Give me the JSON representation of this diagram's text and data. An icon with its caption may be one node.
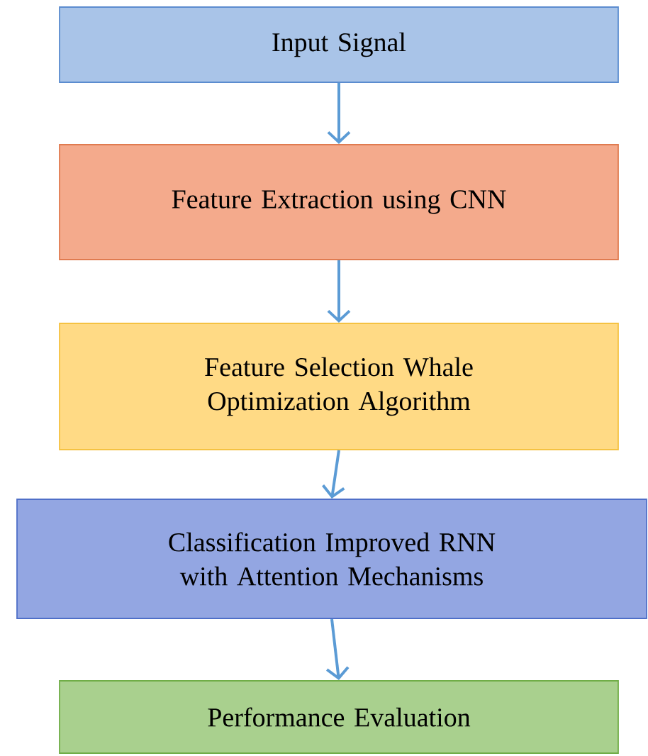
{
  "diagram": {
    "nodes": [
      {
        "text": [
          "Input Signal"
        ]
      },
      {
        "text": [
          "Feature Extraction using CNN"
        ]
      },
      {
        "text": [
          "Feature Selection Whale Optimization Algorithm"
        ]
      },
      {
        "text": [
          "Classification Improved RNN with Attention Mechanisms"
        ]
      },
      {
        "text": [
          "Performance Evaluation"
        ]
      }
    ],
    "edges": [
      {
        "from": 0,
        "to": 1,
        "arrow": "to"
      },
      {
        "from": 1,
        "to": 2,
        "arrow": "to"
      },
      {
        "from": 2,
        "to": 3,
        "arrow": "to"
      },
      {
        "from": 3,
        "to": 4,
        "arrow": "to"
      }
    ]
  }
}
